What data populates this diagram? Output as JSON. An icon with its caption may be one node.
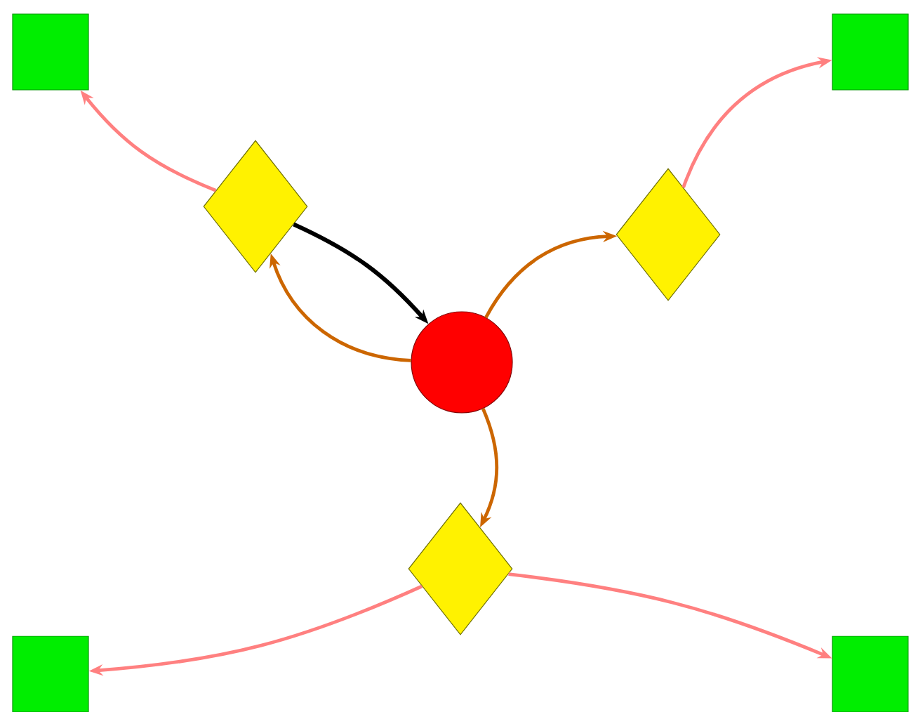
{
  "diagram": {
    "nodes": [
      {
        "text": [],
        "shape": "box"
      },
      {
        "text": [],
        "shape": "box"
      },
      {
        "text": [],
        "shape": "diamond"
      },
      {
        "text": [],
        "shape": "diamond"
      },
      {
        "text": [],
        "shape": "circle"
      },
      {
        "text": [],
        "shape": "diamond"
      },
      {
        "text": [],
        "shape": "box"
      },
      {
        "text": [],
        "shape": "box"
      }
    ],
    "edges": [
      {
        "from": 4,
        "to": 2,
        "arrow": "to",
        "color": "#cc6600"
      },
      {
        "from": 2,
        "to": 4,
        "arrow": "to",
        "color": "#000000"
      },
      {
        "from": 4,
        "to": 3,
        "arrow": "to",
        "color": "#cc6600"
      },
      {
        "from": 4,
        "to": 5,
        "arrow": "to",
        "color": "#cc6600"
      },
      {
        "from": 2,
        "to": 0,
        "arrow": "to"
      },
      {
        "from": 3,
        "to": 1,
        "arrow": "to"
      },
      {
        "from": 5,
        "to": 6,
        "arrow": "to"
      },
      {
        "from": 5,
        "to": 7,
        "arrow": "to"
      }
    ]
  }
}
